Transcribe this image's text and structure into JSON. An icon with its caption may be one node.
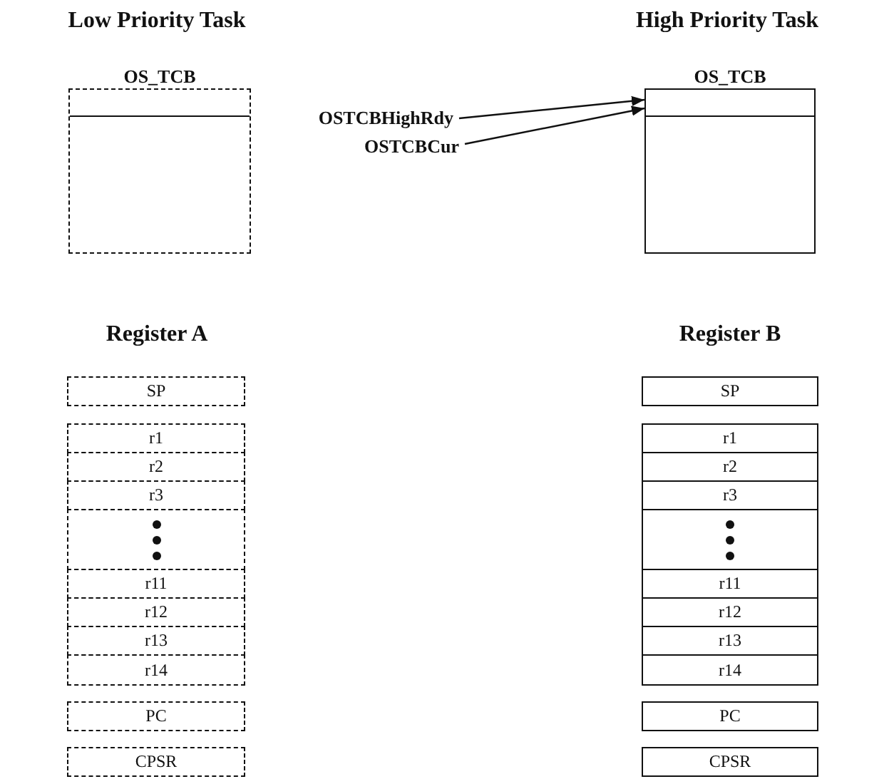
{
  "diagram": {
    "nodes": [
      {
        "text": [
          "OS_TCB"
        ]
      },
      {
        "text": [
          "OS_TCB"
        ]
      },
      {
        "text": [
          "OSTCBHighRdy"
        ]
      },
      {
        "text": [
          "OSTCBCur"
        ]
      },
      {
        "text": [
          "SP"
        ]
      },
      {
        "text": [
          "r1"
        ]
      },
      {
        "text": [
          "r2"
        ]
      },
      {
        "text": [
          "r3"
        ]
      },
      {
        "text": [],
        "shape": "box"
      },
      {
        "text": [
          "r11"
        ]
      },
      {
        "text": [
          "r12"
        ]
      },
      {
        "text": [
          "r13"
        ]
      },
      {
        "text": [
          "r14"
        ]
      },
      {
        "text": [
          "PC"
        ]
      },
      {
        "text": [
          "CPSR"
        ]
      },
      {
        "text": [
          "SP"
        ]
      },
      {
        "text": [
          "r1"
        ]
      },
      {
        "text": [
          "r2"
        ]
      },
      {
        "text": [
          "r3"
        ]
      },
      {
        "text": [],
        "shape": "box"
      },
      {
        "text": [
          "r11"
        ]
      },
      {
        "text": [
          "r12"
        ]
      },
      {
        "text": [
          "r13"
        ]
      },
      {
        "text": [
          "r14"
        ]
      },
      {
        "text": [
          "PC"
        ]
      },
      {
        "text": [
          "CPSR"
        ]
      }
    ],
    "edges": [
      {
        "from": 2,
        "to": 1,
        "arrow": "to"
      },
      {
        "from": 3,
        "to": 1,
        "arrow": "to"
      }
    ],
    "labels": [
      "Low Priority Task",
      "High Priority Task",
      "Register A",
      "Register B"
    ]
  }
}
